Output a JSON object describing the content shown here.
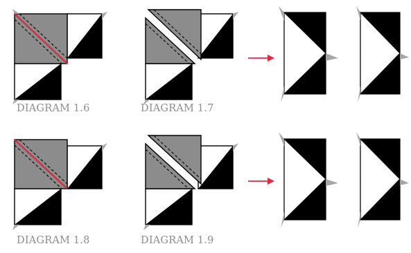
{
  "captions": {
    "diagram_1_6": "DIAGRAM 1.6",
    "diagram_1_7": "DIAGRAM 1.7",
    "diagram_1_8": "DIAGRAM 1.8",
    "diagram_1_9": "DIAGRAM 1.9"
  },
  "colors": {
    "gray_fill": "#8c8c8c",
    "black_fill": "#000000",
    "white_fill": "#ffffff",
    "stroke": "#000000",
    "stitch_line": "#d9283a",
    "arrow": "#e02a40",
    "caption_text": "#8c8c8c",
    "dog_ear": "#a6a6a6"
  }
}
